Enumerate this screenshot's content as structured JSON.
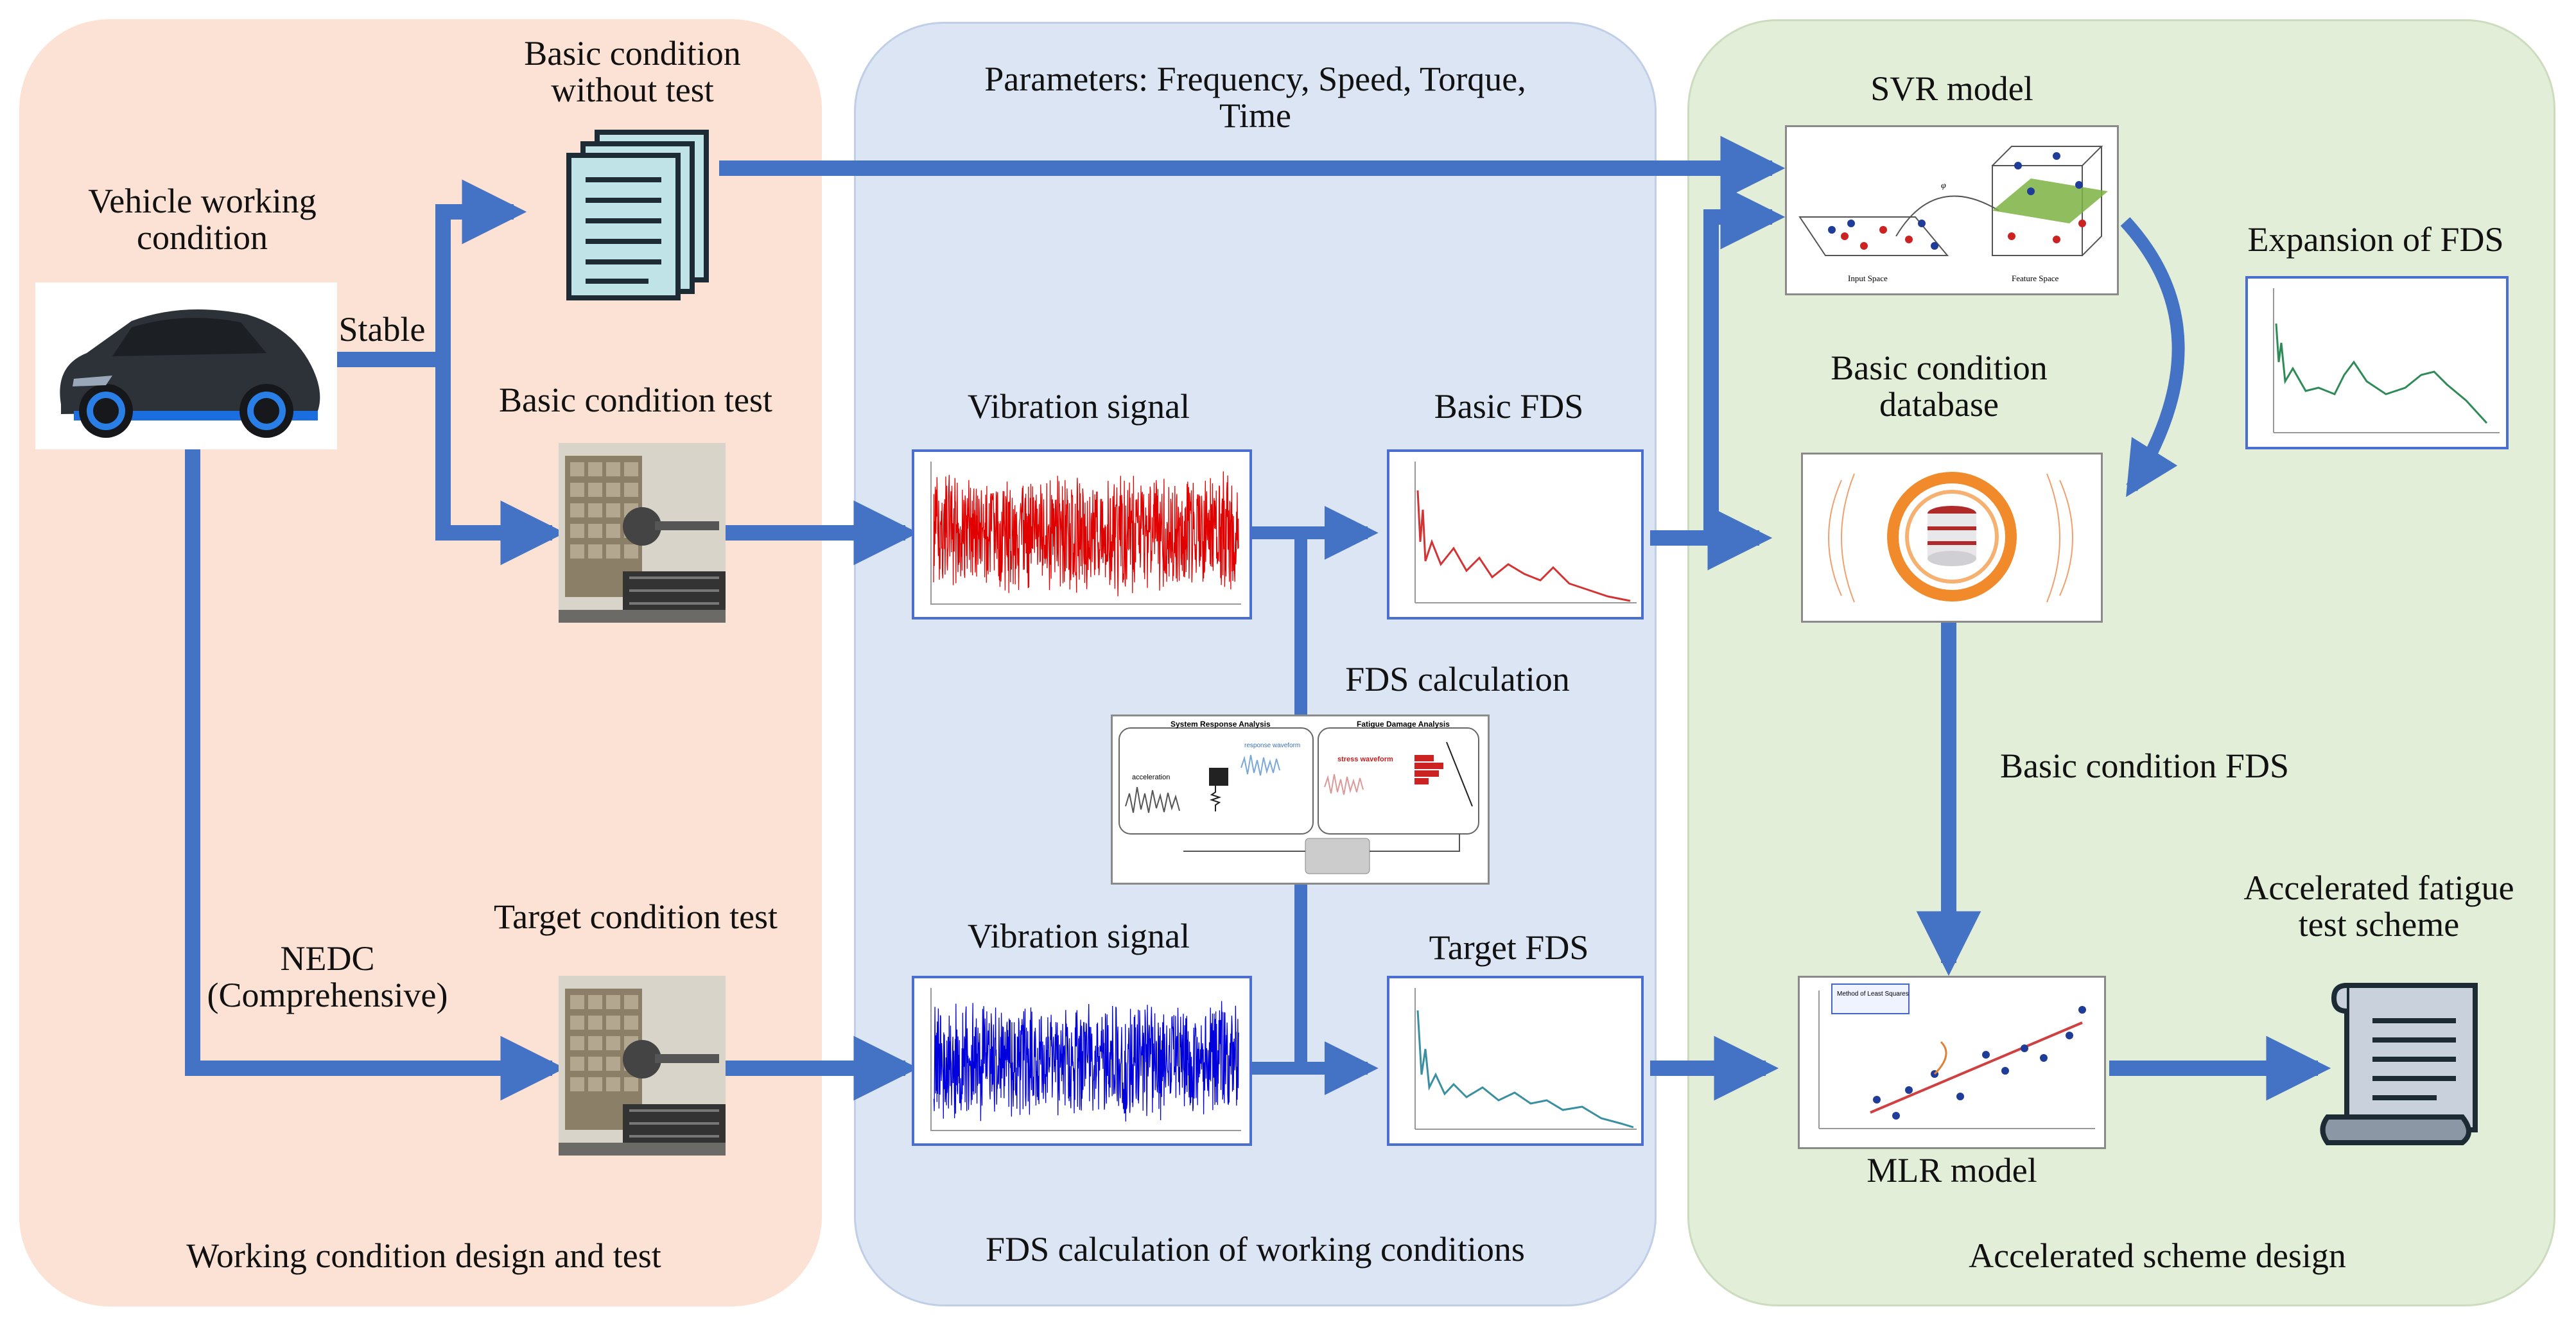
{
  "colors": {
    "panel_left": "#fbe2d4",
    "panel_middle": "#dbe5f4",
    "panel_right": "#e3eed9",
    "arrow": "#4472c4",
    "vibration_basic": "#e00000",
    "vibration_target": "#0000dd"
  },
  "panels": {
    "left": "Working condition design and test",
    "middle": "FDS calculation of working conditions",
    "right": "Accelerated scheme design"
  },
  "labels": {
    "vehicle": "Vehicle working\ncondition",
    "stable": "Stable",
    "basic_without_test": "Basic condition\nwithout test",
    "basic_test": "Basic condition test",
    "target_test": "Target condition test",
    "nedc": "NEDC\n(Comprehensive)",
    "parameters": "Parameters: Frequency, Speed, Torque,\nTime",
    "vibration_basic": "Vibration signal",
    "vibration_target": "Vibration signal",
    "basic_fds": "Basic FDS",
    "target_fds": "Target FDS",
    "fds_calculation": "FDS calculation",
    "svr_model": "SVR model",
    "expansion_fds": "Expansion of FDS",
    "basic_database": "Basic condition\ndatabase",
    "basic_condition_fds": "Basic condition FDS",
    "accelerated_scheme": "Accelerated fatigue\ntest scheme",
    "mlr_model": "MLR model"
  },
  "inset_text": {
    "svr_input_space": "Input Space",
    "svr_feature_space": "Feature Space",
    "svr_phi": "φ",
    "fds_system_response": "System Response Analysis",
    "fds_fatigue_damage": "Fatigue Damage Analysis",
    "fds_acceleration": "acceleration",
    "fds_response": "response waveform",
    "fds_stress": "stress waveform",
    "mlr_title": "Method of Least Squares"
  },
  "icons": [
    "car-photo",
    "document-stack-icon",
    "test-rig-photo",
    "database-icon",
    "scroll-document-icon"
  ]
}
